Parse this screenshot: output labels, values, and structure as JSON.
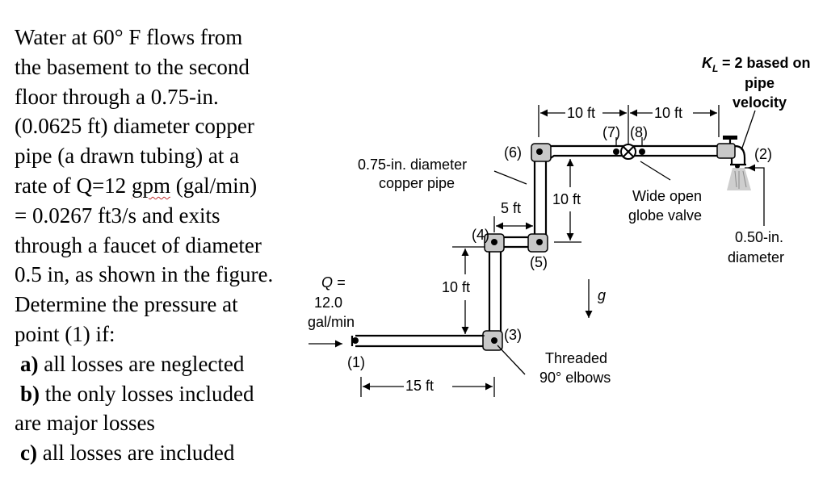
{
  "problem": {
    "intro_lines": [
      "Water at 60° F flows from",
      "the basement to the second",
      "floor through a 0.75-in.",
      "(0.0625 ft) diameter copper",
      "pipe (a drawn tubing) at a",
      "rate of Q=12 ",
      "gpm",
      " (gal/min)",
      "= 0.0267 ft3/s and exits",
      "through a faucet of diameter",
      "0.5 in, as shown in the figure.",
      "Determine the pressure at",
      "point (1) if:"
    ],
    "parts": [
      {
        "key": "a)",
        "text": " all losses are neglected"
      },
      {
        "key": "b)",
        "text": " the only losses included"
      },
      {
        "key": "",
        "text": "are   major losses"
      },
      {
        "key": "c)",
        "text": " all losses are included"
      }
    ]
  },
  "diagram": {
    "flow_q_label": "Q =",
    "flow_q_value": "12.0",
    "flow_q_unit": "gal/min",
    "pipe_label_1": "0.75-in. diameter",
    "pipe_label_2": "copper pipe",
    "points": [
      "(1)",
      "(2)",
      "(3)",
      "(4)",
      "(5)",
      "(6)",
      "(7)",
      "(8)"
    ],
    "dims": {
      "d15": "15 ft",
      "d10_vert": "10 ft",
      "d5": "5 ft",
      "d10_mid": "10 ft",
      "d10_top_left": "10 ft",
      "d10_top_right": "10 ft"
    },
    "kl_label": "= 2 based on",
    "kl_symbol": "K",
    "kl_sub": "L",
    "kl_line2": "pipe",
    "kl_line3": "velocity",
    "valve_label_1": "Wide open",
    "valve_label_2": "globe valve",
    "faucet_label_1": "0.50-in.",
    "faucet_label_2": "diameter",
    "gravity_label": "g",
    "elbow_label_1": "Threaded",
    "elbow_label_2": "90° elbows"
  }
}
